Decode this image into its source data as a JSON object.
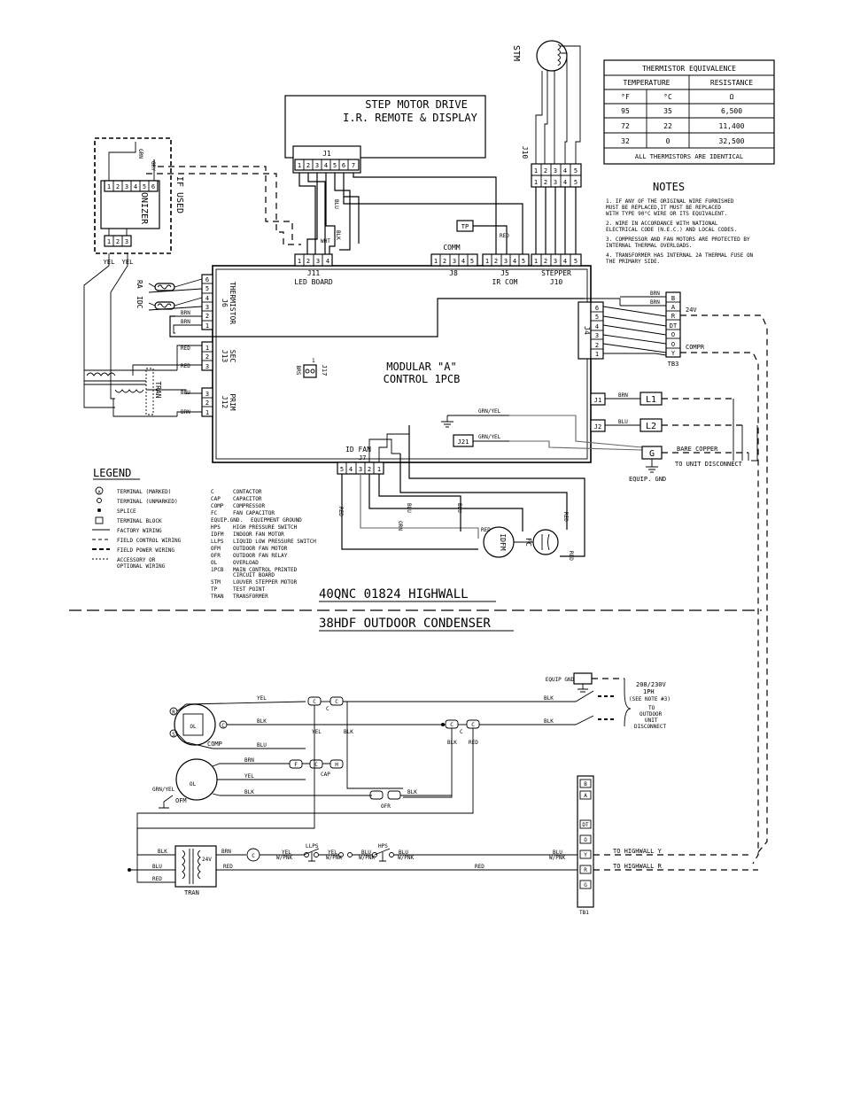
{
  "titles": {
    "highwall": "40QNC 01824 HIGHWALL",
    "condenser": "38HDF OUTDOOR CONDENSER"
  },
  "step_motor": {
    "line1": "STEP MOTOR DRIVE",
    "line2": "I.R. REMOTE & DISPLAY",
    "j1": "J1",
    "pins": [
      "1",
      "2",
      "3",
      "4",
      "5",
      "6",
      "7"
    ]
  },
  "stm": {
    "label": "STM",
    "j10": "J10",
    "pins": [
      "1",
      "2",
      "3",
      "4",
      "5"
    ]
  },
  "ionizer": {
    "name": "IONIZER",
    "if_used": "IF USED",
    "pins_top": [
      "1",
      "2",
      "3",
      "4",
      "5",
      "6"
    ],
    "pins_bottom": [
      "1",
      "2",
      "3"
    ],
    "wire_grn": "GRN",
    "wire_gry": "GRY",
    "out_left": "YEL",
    "out_right": "YEL"
  },
  "pcb": {
    "line1": "MODULAR \"A\"",
    "line2": "CONTROL 1PCB",
    "j11": "J11",
    "led_board": "LED BOARD",
    "j11_pins": [
      "1",
      "2",
      "3",
      "4"
    ],
    "j8": "J8",
    "comm": "COMM",
    "j8_pins": [
      "1",
      "2",
      "3",
      "4",
      "5"
    ],
    "j5": "J5",
    "ir_com": "IR COM",
    "j5_pins": [
      "1",
      "2",
      "3",
      "4",
      "5"
    ],
    "stepper": "STEPPER",
    "j10": "J10",
    "stepper_pins": [
      "1",
      "2",
      "3",
      "4",
      "5"
    ],
    "j6": "J6",
    "thermistor": "THERMISTOR",
    "j6_pins": [
      "6",
      "5",
      "4",
      "3",
      "2",
      "1"
    ],
    "ra": "RA",
    "idc": "IDC",
    "j13": "J13",
    "sec": "SEC",
    "j13_pins": [
      "1",
      "2",
      "3"
    ],
    "j12": "J12",
    "prim": "PRIM",
    "j12_pins": [
      "3",
      "2",
      "1"
    ],
    "j17": "J17",
    "brs": "BRS",
    "j17_pin": "1",
    "j4": "J4",
    "j4_pins": [
      "6",
      "5",
      "4",
      "3",
      "2",
      "1"
    ],
    "j1": "J1",
    "j2": "J2",
    "j21": "J21",
    "id_fan": "ID FAN",
    "j7": "J7",
    "j7_pins": [
      "5",
      "4",
      "3",
      "2",
      "1"
    ],
    "tp": "TP",
    "tran": "TRAN"
  },
  "tb3": {
    "label": "TB3",
    "terminals": [
      "B",
      "A",
      "R",
      "DT",
      "O",
      "O",
      "Y"
    ],
    "v24": "24V",
    "compr": "COMPR"
  },
  "power": {
    "l1": "L1",
    "l2": "L2",
    "g": "G",
    "bare_copper": "BARE COPPER",
    "to_unit": "TO UNIT DISCONNECT",
    "equip_gnd": "EQUIP. GND"
  },
  "fan": {
    "idfm": "IDFM",
    "fc": "FC"
  },
  "wire_colors": {
    "brn": "BRN",
    "blu": "BLU",
    "red": "RED",
    "grn_yel": "GRN/YEL",
    "wht": "WHT",
    "blk": "BLK",
    "yel": "YEL",
    "orn": "ORN",
    "yel_pnk": "YEL\nW/PNK",
    "blu_pnk": "BLU\nW/PNK"
  },
  "therm_table": {
    "title": "THERMISTOR EQUIVALENCE",
    "col_temp": "TEMPERATURE",
    "col_res": "RESISTANCE",
    "unit_f": "°F",
    "unit_c": "°C",
    "unit_ohm": "Ω",
    "rows": [
      {
        "f": "95",
        "c": "35",
        "r": "6,500"
      },
      {
        "f": "72",
        "c": "22",
        "r": "11,400"
      },
      {
        "f": "32",
        "c": "0",
        "r": "32,500"
      }
    ],
    "footer": "ALL THERMISTORS ARE IDENTICAL"
  },
  "notes": {
    "title": "NOTES",
    "items": [
      [
        "1. IF ANY OF THE ORIGINAL WIRE FURNISHED",
        "   MUST BE REPLACED,IT MUST BE REPLACED",
        "   WITH TYPE 90°C WIRE OR ITS EQUIVALENT."
      ],
      [
        "2. WIRE IN ACCORDANCE WITH NATIONAL",
        "   ELECTRICAL CODE (N.E.C.) AND LOCAL CODES."
      ],
      [
        "3. COMPRESSOR AND FAN MOTORS ARE PROTECTED BY",
        "   INTERNAL THERMAL OVERLOADS."
      ],
      [
        "4. TRANSFORMER HAS INTERNAL 2A THERMAL FUSE ON",
        "   THE PRIMARY SIDE."
      ]
    ]
  },
  "legend": {
    "title": "LEGEND",
    "symbols": [
      "TERMINAL (MARKED)",
      "TERMINAL (UNMARKED)",
      "SPLICE",
      "TERMINAL BLOCK",
      "FACTORY WIRING",
      "FIELD CONTROL WIRING",
      "FIELD POWER WIRING",
      "ACCESSORY OR",
      "OPTIONAL WIRING"
    ],
    "abbreviations": [
      {
        "k": "C",
        "v": "CONTACTOR"
      },
      {
        "k": "CAP",
        "v": "CAPACITOR"
      },
      {
        "k": "COMP",
        "v": "COMPRESSOR"
      },
      {
        "k": "FC",
        "v": "FAN CAPACITOR"
      },
      {
        "k": "EQUIP.GND.",
        "v": "EQUIPMENT GROUND"
      },
      {
        "k": "HPS",
        "v": "HIGH PRESSURE SWITCH"
      },
      {
        "k": "IDFM",
        "v": "INDOOR FAN MOTOR"
      },
      {
        "k": "LLPS",
        "v": "LIQUID LOW PRESSURE SWITCH"
      },
      {
        "k": "OFM",
        "v": "OUTDOOR FAN MOTOR"
      },
      {
        "k": "OFR",
        "v": "OUTDOOR FAN RELAY"
      },
      {
        "k": "OL",
        "v": "OVERLOAD"
      },
      {
        "k": "1PCB",
        "v": "MAIN CONTROL PRINTED"
      },
      {
        "k": "",
        "v": "CIRCUIT BOARD"
      },
      {
        "k": "STM",
        "v": "LOUVER STEPPER MOTOR"
      },
      {
        "k": "TP",
        "v": "TEST POINT"
      },
      {
        "k": "TRAN",
        "v": "TRANSFORMER"
      }
    ]
  },
  "condenser": {
    "equip_gnd": "EQUIP GND",
    "v208": "208/230V",
    "ph": "1PH",
    "see_note": "(SEE NOTE #3)",
    "to_outdoor": [
      "TO",
      "OUTDOOR",
      "UNIT",
      "DISCONNECT"
    ],
    "comp": "COMP",
    "ofm": "OFM",
    "cap": "CAP",
    "ofr": "OFR",
    "tran": "TRAN",
    "contactor": "C",
    "llps": "LLPS",
    "hps": "HPS",
    "v24": "24V",
    "ol": "OL",
    "tb1": "TB1",
    "tb1_terms": [
      "B",
      "A",
      "DT",
      "O",
      "Y",
      "R",
      "G"
    ],
    "to_hw_y": "TO HIGHWALL Y",
    "to_hw_r": "TO HIGHWALL R",
    "cap_c": "C",
    "cap_h": "H",
    "cap_f": "F",
    "comp_r": "R",
    "comp_c": "C",
    "comp_s": "S"
  }
}
